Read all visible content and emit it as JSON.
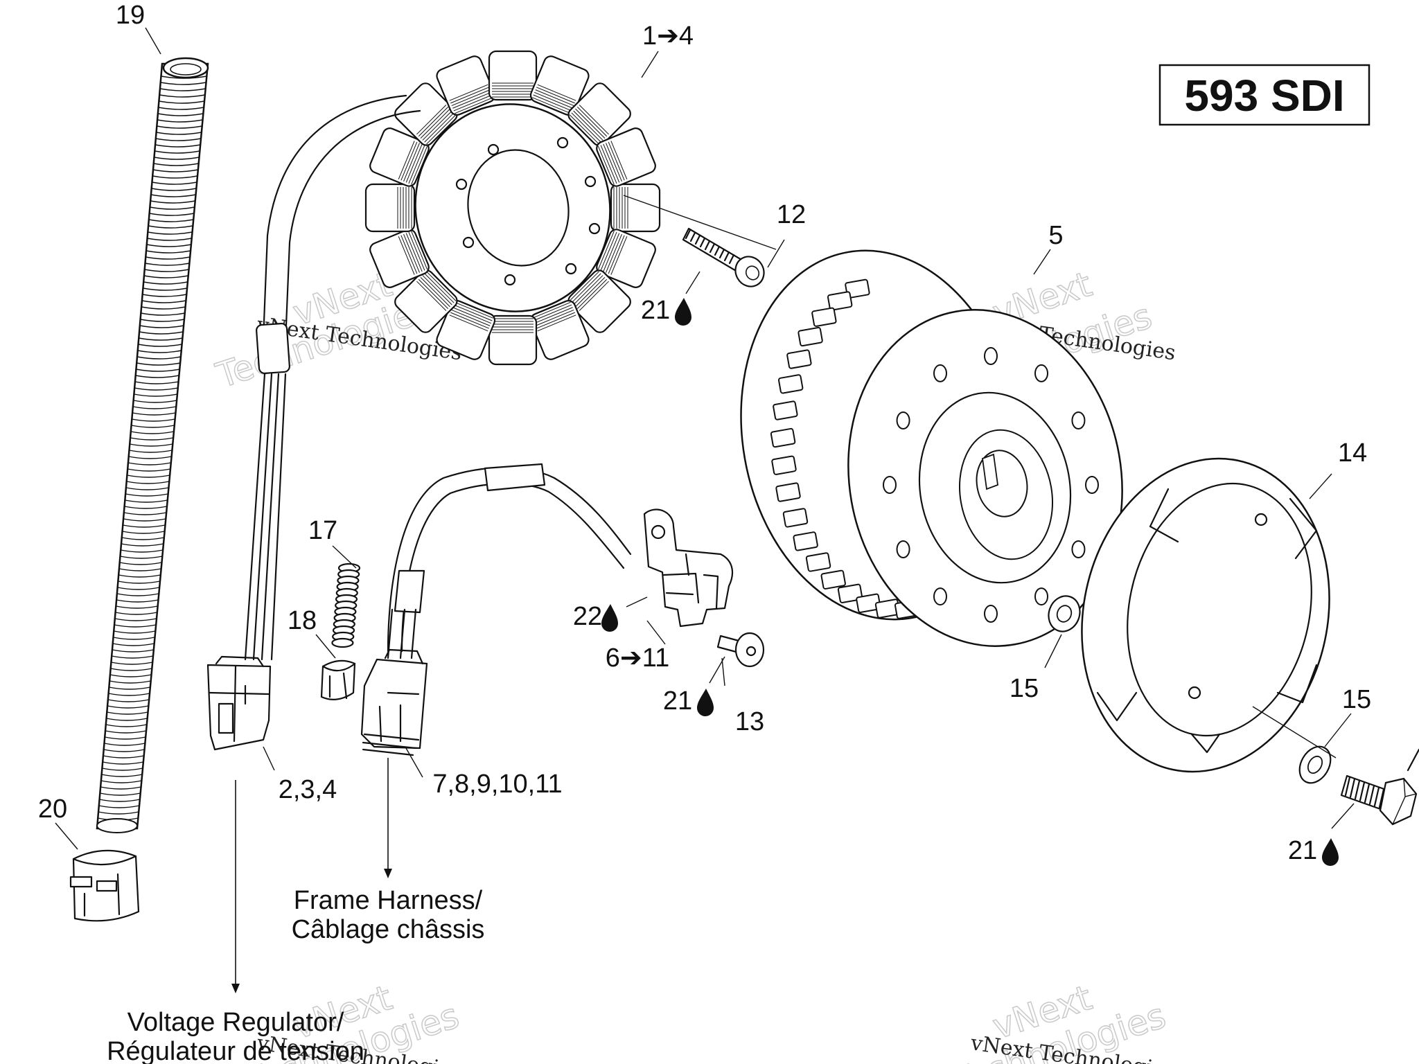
{
  "model_badge": "593 SDI",
  "callouts": {
    "c1": "1➔4",
    "c2": "2,3,4",
    "c5": "5",
    "c6": "6➔11",
    "c7": "7,8,9,10,11",
    "c12": "12",
    "c13": "13",
    "c14": "14",
    "c15a": "15",
    "c15b": "15",
    "c17": "17",
    "c18": "18",
    "c19": "19",
    "c20": "20",
    "c21a": "21",
    "c21b": "21",
    "c21c": "21",
    "c22": "22"
  },
  "notes": {
    "frame_harness_l1": "Frame Harness/",
    "frame_harness_l2": "Câblage châssis",
    "voltage_regulator_l1": "Voltage Regulator/",
    "voltage_regulator_l2": "Régulateur de tension"
  },
  "watermarks": {
    "brand": "vNext",
    "brand2": "Technologies",
    "full": "vNext Technologies"
  },
  "icons": [
    "drop-icon"
  ]
}
